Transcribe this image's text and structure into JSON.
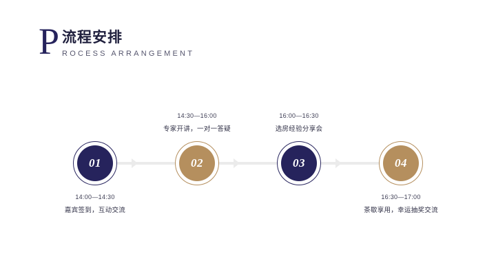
{
  "header": {
    "drop_cap": "P",
    "title_cn": "流程安排",
    "title_en": "ROCESS ARRANGEMENT"
  },
  "colors": {
    "dark_navy": "#26235c",
    "gold": "#b58f5e",
    "track_gray": "#ebebeb",
    "text_dark": "#2f2f45"
  },
  "timeline": {
    "steps": [
      {
        "number": "01",
        "style": "dark",
        "position": "below",
        "time": "14:00—14:30",
        "desc": "嘉宾签到，互动交流"
      },
      {
        "number": "02",
        "style": "gold",
        "position": "above",
        "time": "14:30—16:00",
        "desc": "专家开讲，一对一答疑"
      },
      {
        "number": "03",
        "style": "dark",
        "position": "above",
        "time": "16:00—16:30",
        "desc": "选房经验分享会"
      },
      {
        "number": "04",
        "style": "gold",
        "position": "below",
        "time": "16:30—17:00",
        "desc": "茶歇享用，幸运抽奖交流"
      }
    ]
  }
}
